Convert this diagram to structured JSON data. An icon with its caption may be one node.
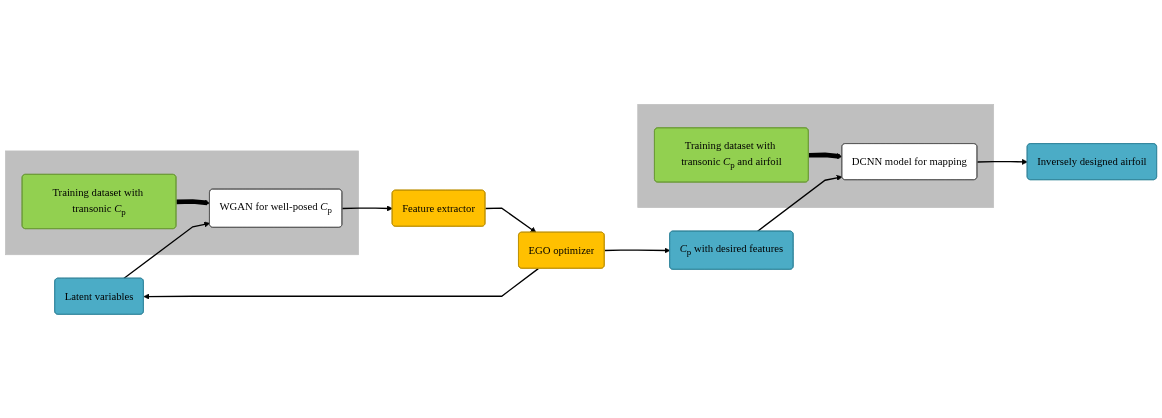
{
  "diagram": {
    "nodes": [
      {
        "text": [
          "Latent variables"
        ]
      },
      {
        "text": [],
        "shape": "box"
      },
      {
        "text": [
          "WGAN for well-posed *C*$_{p}$"
        ],
        "in": 1
      },
      {
        "text": [
          "Training dataset with transonic *C*$_{p}$"
        ],
        "in": 1
      },
      {
        "text": [
          "Feature extractor"
        ]
      },
      {
        "text": [
          "EGO optimizer"
        ]
      },
      {
        "text": [
          "*C*$_{p}$ with desired features"
        ]
      },
      {
        "text": [],
        "shape": "box"
      },
      {
        "text": [
          "DCNN model for mapping"
        ],
        "in": 7
      },
      {
        "text": [
          "Training dataset with transonic *C*$_{p}$ and airfoil"
        ],
        "in": 7
      },
      {
        "text": [
          "Inversely designed airfoil"
        ]
      }
    ],
    "edges": [
      {
        "from": 0,
        "to": 2,
        "arrow": "to"
      },
      {
        "from": 2,
        "to": 4,
        "arrow": "to"
      },
      {
        "from": 4,
        "to": 5,
        "arrow": "to"
      },
      {
        "from": 5,
        "to": 0,
        "arrow": "to"
      },
      {
        "from": 5,
        "to": 6,
        "arrow": "to"
      },
      {
        "from": 6,
        "to": 8,
        "arrow": "to"
      },
      {
        "from": 8,
        "to": 10,
        "arrow": "to"
      },
      {
        "from": 3,
        "to": 2,
        "arrow": "to",
        "style": "thick"
      },
      {
        "from": 9,
        "to": 8,
        "arrow": "to",
        "style": "thick"
      }
    ]
  }
}
